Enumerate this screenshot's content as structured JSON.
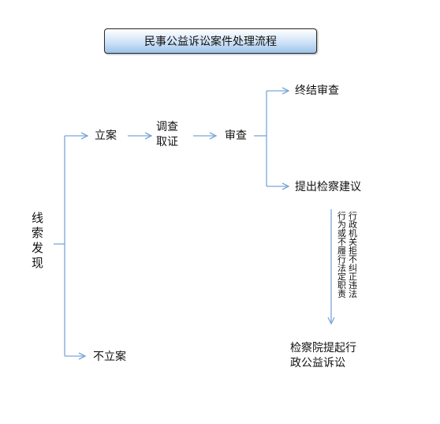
{
  "title": "民事公益诉讼案件处理流程",
  "nodes": {
    "clue_discovery": [
      "线",
      "索",
      "发",
      "现"
    ],
    "case_filing": "立案",
    "investigation": [
      "调查",
      "取证"
    ],
    "review": "审查",
    "end_review": "终结审查",
    "procuratorial_suggestion": "提出检察建议",
    "not_filed": "不立案",
    "public_interest_suit": [
      "检察院提起行",
      "政公益诉讼"
    ]
  },
  "condition_columns": [
    "行政机关拒不纠正违法",
    "行为或不履行法定职责"
  ],
  "colors": {
    "connector": "#7aa6d8",
    "title_fill": "#bcd7f3"
  }
}
